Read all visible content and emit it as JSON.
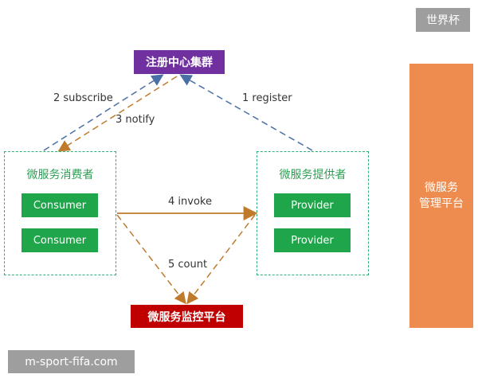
{
  "badge_top": "世界杯",
  "registry": {
    "label": "注册中心集群"
  },
  "consumer_group": {
    "title": "微服务消费者",
    "nodes": [
      "Consumer",
      "Consumer"
    ]
  },
  "provider_group": {
    "title": "微服务提供者",
    "nodes": [
      "Provider",
      "Provider"
    ]
  },
  "monitor": {
    "label": "微服务监控平台"
  },
  "management": {
    "line1": "微服务",
    "line2": "管理平台"
  },
  "edges": {
    "register": "1 register",
    "subscribe": "2 subscribe",
    "notify": "3 notify",
    "invoke": "4 invoke",
    "count": "5 count"
  },
  "watermark": "m-sport-fifa.com",
  "colors": {
    "registry": "#7030a0",
    "node": "#1fa64a",
    "group_border": "#33b07a",
    "monitor": "#c00000",
    "management": "#ed8c4e",
    "blue_line": "#4a6fa5",
    "orange_line": "#c07a2c"
  }
}
